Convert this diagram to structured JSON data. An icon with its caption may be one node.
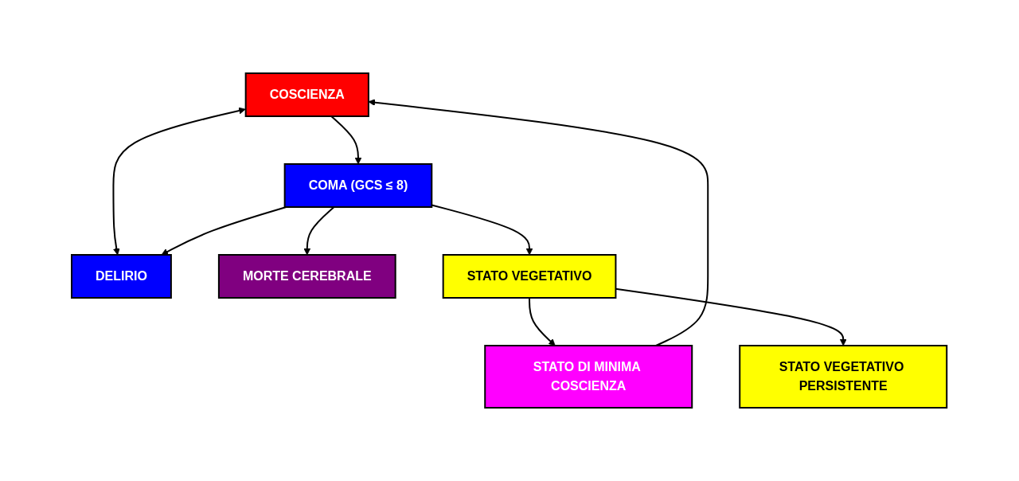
{
  "diagram": {
    "nodes": [
      {
        "text": [
          "COSCIENZA"
        ]
      },
      {
        "text": [
          "DELIRIO"
        ]
      },
      {
        "text": [
          "STATO DI MINIMA COSCIENZA"
        ]
      },
      {
        "text": [
          "COMA (GCS ≤ 8)"
        ]
      },
      {
        "text": [
          "STATO VEGETATIVO"
        ]
      },
      {
        "text": [
          "STATO VEGETATIVO PERSISTENTE"
        ]
      },
      {
        "text": [
          "MORTE CEREBRALE"
        ]
      }
    ],
    "edges": [
      {
        "from": 0,
        "to": 1,
        "arrow": "both"
      },
      {
        "from": 0,
        "to": 3,
        "arrow": "to"
      },
      {
        "from": 3,
        "to": 1,
        "arrow": "to"
      },
      {
        "from": 3,
        "to": 4,
        "arrow": "to"
      },
      {
        "from": 4,
        "to": 2,
        "arrow": "to"
      },
      {
        "from": 2,
        "to": 0,
        "arrow": "to"
      },
      {
        "from": 4,
        "to": 5,
        "arrow": "to"
      },
      {
        "from": 3,
        "to": 6,
        "arrow": "to"
      }
    ]
  }
}
